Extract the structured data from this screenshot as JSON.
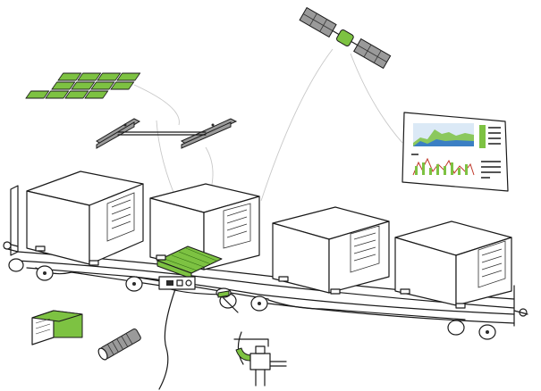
{
  "accent_colors": {
    "ink": "#1a1a1a",
    "green": "#7dc242",
    "connector_line": "#c8c8c8",
    "chart_blue": "#3b7fc4"
  },
  "components": [
    {
      "id": "railcar",
      "icon": "flatcar-with-four-containers"
    },
    {
      "id": "satellite",
      "icon": "satellite-icon"
    },
    {
      "id": "solar-panels",
      "icon": "solar-panel-array-icon"
    },
    {
      "id": "mounting-rails",
      "icon": "mounting-rail-icon"
    },
    {
      "id": "monitoring-dashboard",
      "icon": "dashboard-screen-icon"
    },
    {
      "id": "controller-module",
      "icon": "controller-box-icon"
    },
    {
      "id": "sensor-probe",
      "icon": "cylindrical-sensor-icon"
    },
    {
      "id": "brake-valve-sensor",
      "icon": "pneumatic-valve-icon"
    }
  ]
}
